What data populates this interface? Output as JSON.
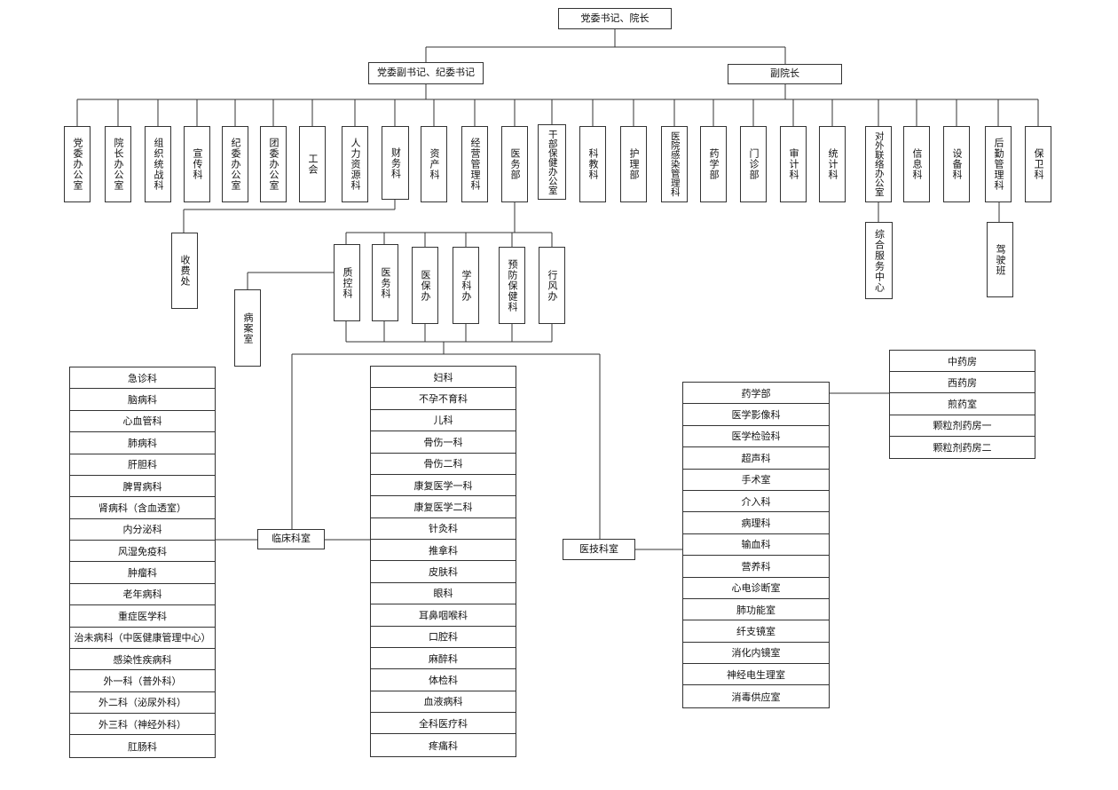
{
  "top": {
    "president": "党委书记、院长",
    "deputy_secretary": "党委副书记、纪委书记",
    "vice_president": "副院长"
  },
  "departments": [
    "党委办公室",
    "院长办公室",
    "组织统战科",
    "宣传科",
    "纪委办公室",
    "团委办公室",
    "工会",
    "人力资源科",
    "财务科",
    "资产科",
    "经营管理科",
    "医务部",
    "干部保健办公室",
    "科教科",
    "护理部",
    "医院感染管理科",
    "药学部",
    "门诊部",
    "审计科",
    "统计科",
    "对外联络办公室",
    "信息科",
    "设备科",
    "后勤管理科",
    "保卫科"
  ],
  "sub_units": {
    "finance_child": "收费处",
    "external_child": "综合服务中心",
    "logistics_child": "驾驶班",
    "medical_affairs_children": [
      "质控科",
      "医务科",
      "医保办",
      "学科办",
      "预防保健科",
      "行风办"
    ],
    "qc_child": "病案室"
  },
  "clinical": {
    "label": "临床科室",
    "left_list": [
      "急诊科",
      "脑病科",
      "心血管科",
      "肺病科",
      "肝胆科",
      "脾胃病科",
      "肾病科（含血透室）",
      "内分泌科",
      "风湿免疫科",
      "肿瘤科",
      "老年病科",
      "重症医学科",
      "治未病科（中医健康管理中心）",
      "感染性疾病科",
      "外一科（普外科）",
      "外二科（泌尿外科）",
      "外三科（神经外科）",
      "肛肠科"
    ],
    "right_list": [
      "妇科",
      "不孕不育科",
      "儿科",
      "骨伤一科",
      "骨伤二科",
      "康复医学一科",
      "康复医学二科",
      "针灸科",
      "推拿科",
      "皮肤科",
      "眼科",
      "耳鼻咽喉科",
      "口腔科",
      "麻醉科",
      "体检科",
      "血液病科",
      "全科医疗科",
      "疼痛科"
    ]
  },
  "medtech": {
    "label": "医技科室",
    "list": [
      "药学部",
      "医学影像科",
      "医学检验科",
      "超声科",
      "手术室",
      "介入科",
      "病理科",
      "输血科",
      "营养科",
      "心电诊断室",
      "肺功能室",
      "纤支镜室",
      "消化内镜室",
      "神经电生理室",
      "消毒供应室"
    ],
    "pharmacy_list": [
      "中药房",
      "西药房",
      "煎药室",
      "颗粒剂药房一",
      "颗粒剂药房二"
    ]
  }
}
